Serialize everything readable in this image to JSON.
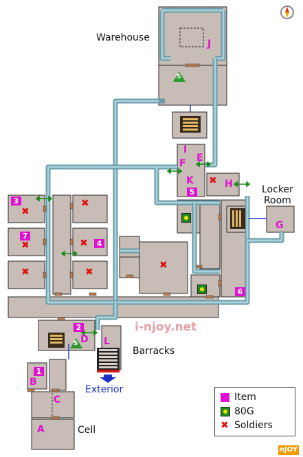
{
  "places": {
    "warehouse": "Warehouse",
    "locker_room": "Locker\nRoom",
    "barracks": "Barracks",
    "cell": "Cell",
    "exterior": "Exterior"
  },
  "item_letters": [
    "A",
    "B",
    "C",
    "D",
    "E",
    "F",
    "G",
    "H",
    "I",
    "J",
    "K",
    "L"
  ],
  "item_numbers": [
    "1",
    "2",
    "3",
    "4",
    "5",
    "6",
    "7"
  ],
  "legend": {
    "item": "Item",
    "gold": "80G",
    "soldiers": "Soldiers"
  },
  "watermark": "i-njoy.net",
  "save_label": "S",
  "badge": "nJOY",
  "colors": {
    "item": "#e010d0",
    "soldier": "#e01010",
    "gold_bg": "#1f8a24",
    "gold_dot": "#f2e600",
    "duct": "#6b9aa6",
    "room": "#c8bcb6",
    "exterior": "#1a2ec8"
  }
}
